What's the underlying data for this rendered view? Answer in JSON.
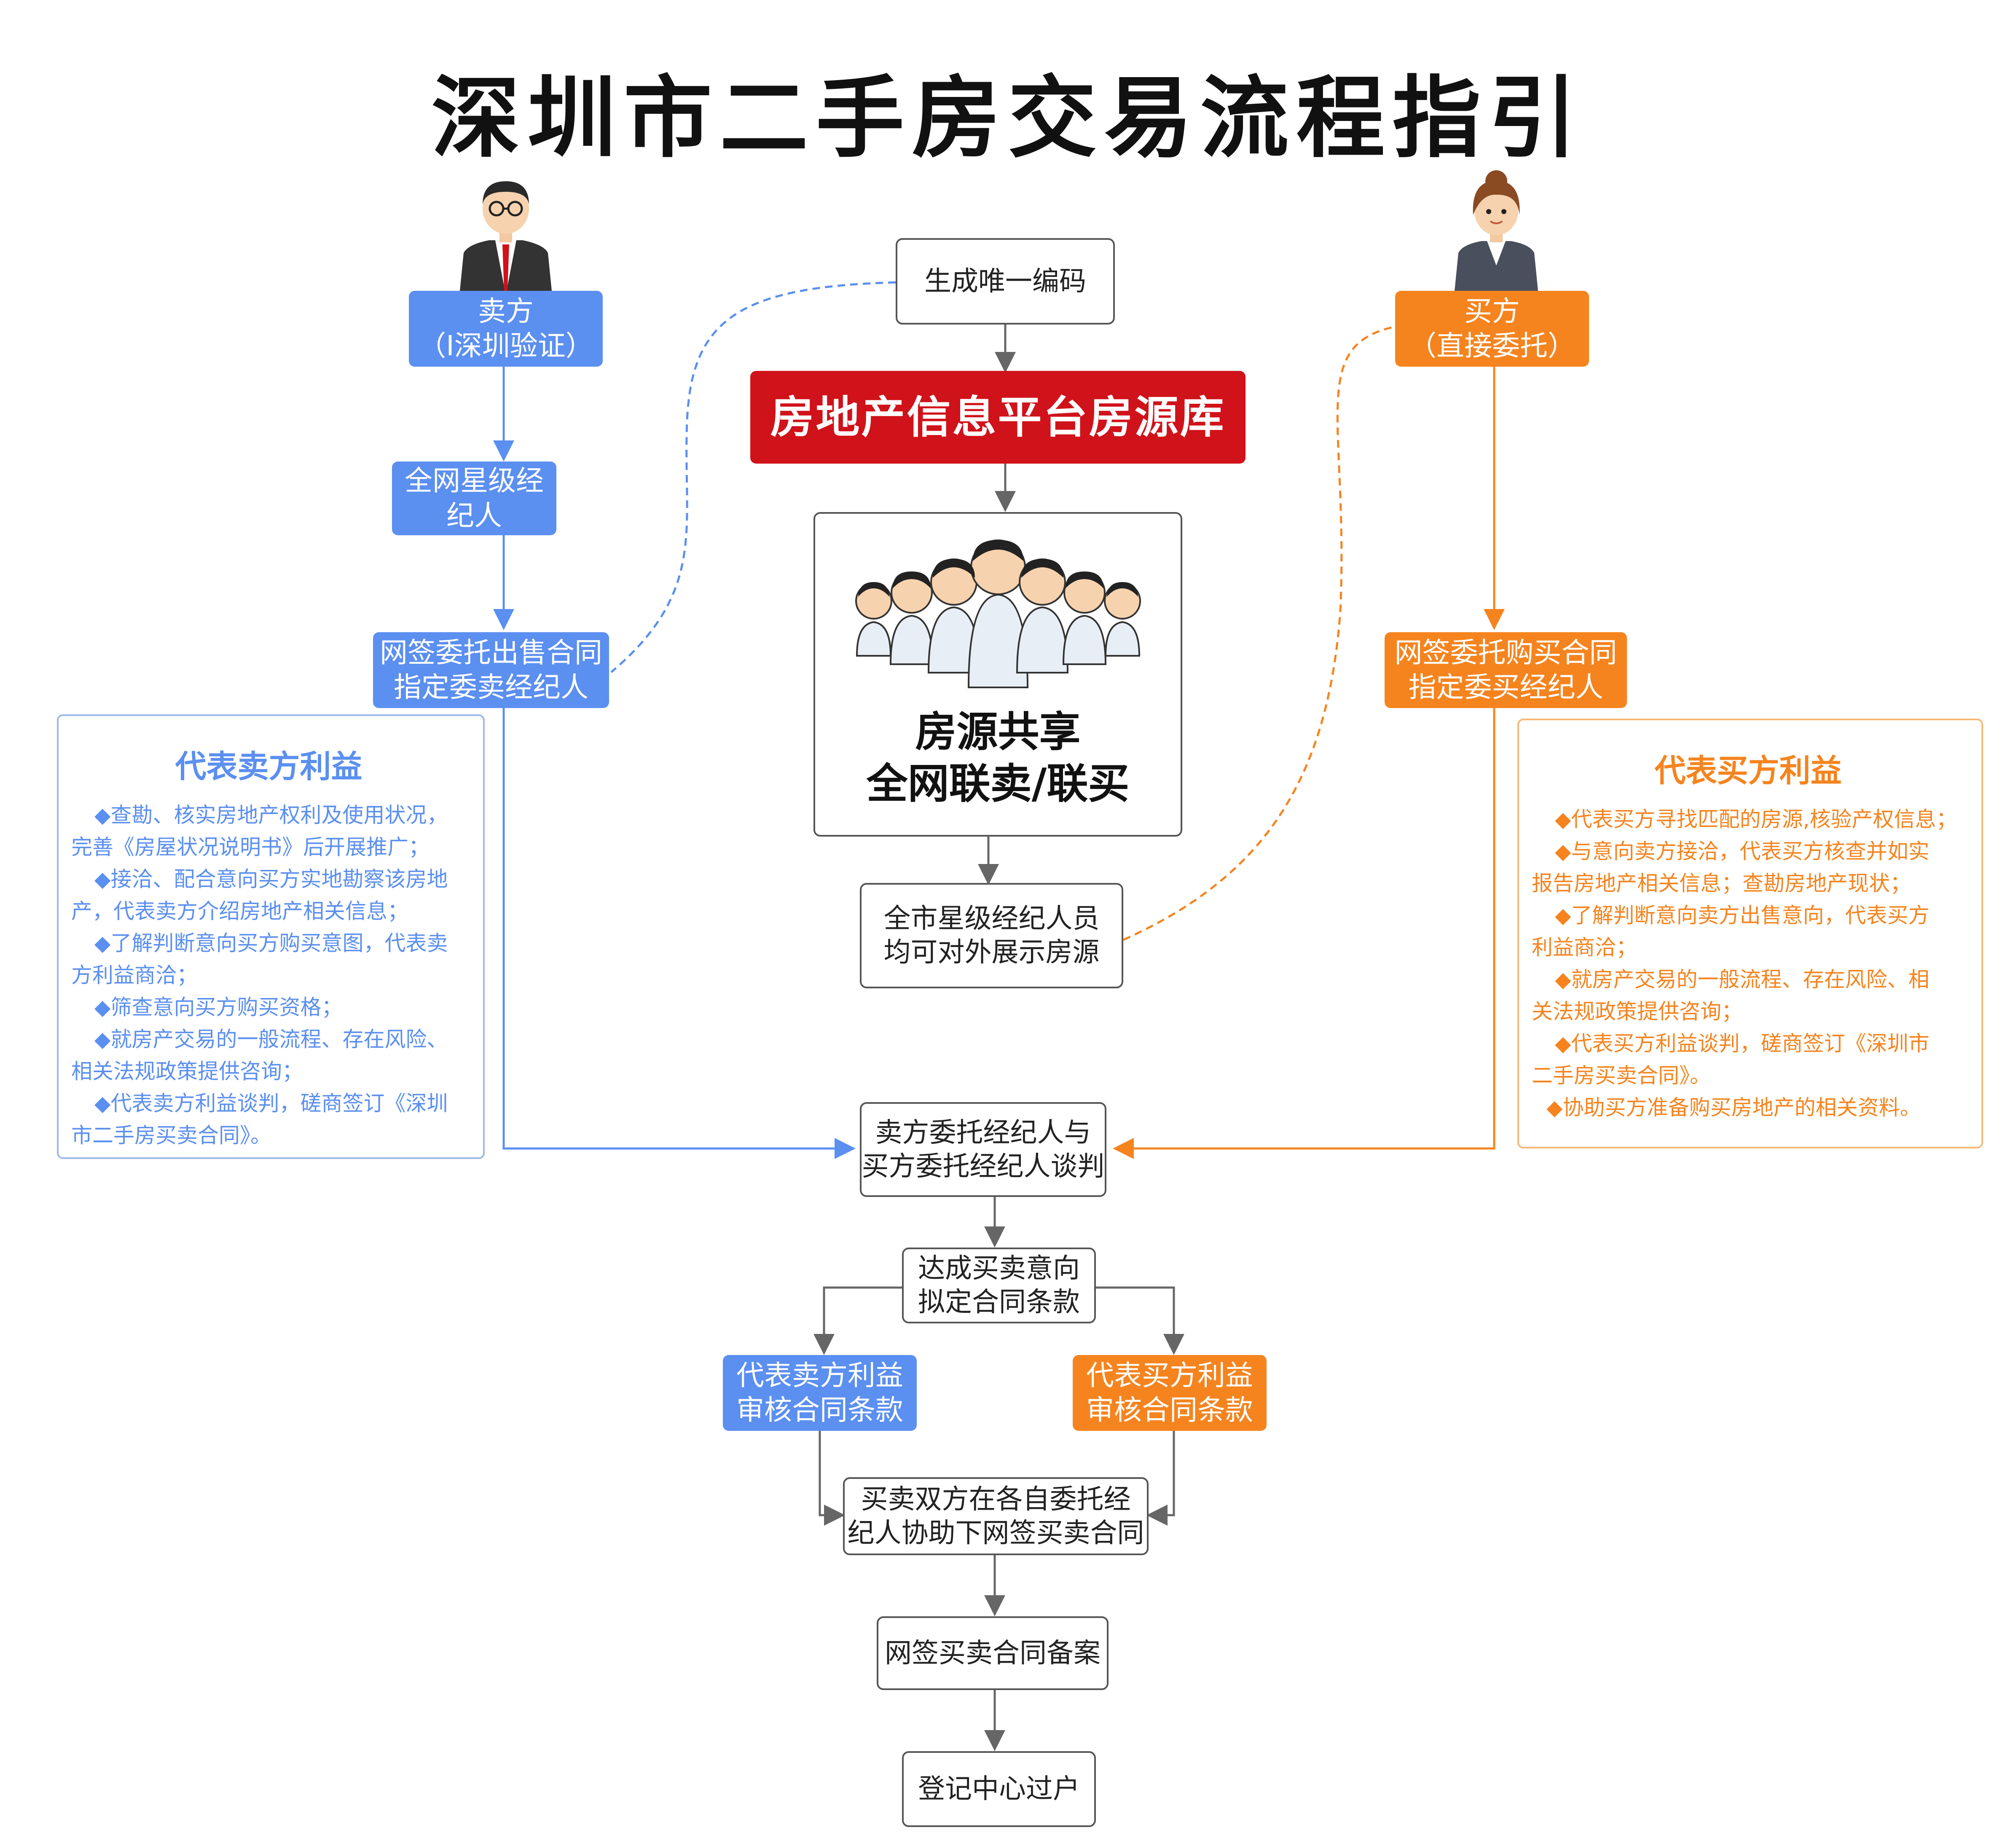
{
  "title": "深圳市二手房交易流程指引",
  "seller": {
    "label_line1": "卖方",
    "label_line2": "（I深圳验证）",
    "step1": "全网星级经纪人",
    "step2_line1": "网签委托出售合同",
    "step2_line2": "指定委卖经纪人",
    "interest_title": "代表卖方利益",
    "interest_items": [
      "◆查勘、核实房地产权利及使用状况，",
      "完善《房屋状况说明书》后开展推广；",
      "◆接洽、配合意向买方实地勘察该房地",
      "产，代表卖方介绍房地产相关信息；",
      "◆了解判断意向买方购买意图，代表卖",
      "方利益商洽；",
      "◆筛查意向买方购买资格；",
      "◆就房产交易的一般流程、存在风险、",
      "相关法规政策提供咨询；",
      "◆代表卖方利益谈判，磋商签订《深圳",
      "市二手房买卖合同》。"
    ]
  },
  "buyer": {
    "label_line1": "买方",
    "label_line2": "（直接委托）",
    "step1_line1": "网签委托购买合同",
    "step1_line2": "指定委买经纪人",
    "interest_title": "代表买方利益",
    "interest_items": [
      "◆代表买方寻找匹配的房源,核验产权信息；",
      "◆与意向卖方接洽，代表买方核查并如实",
      "报告房地产相关信息；查勘房地产现状；",
      "◆了解判断意向卖方出售意向，代表买方",
      "利益商洽；",
      "◆就房产交易的一般流程、存在风险、相",
      "关法规政策提供咨询；",
      "◆代表买方利益谈判，磋商签订《深圳市",
      "二手房买卖合同》。",
      "◆协助买方准备购买房地产的相关资料。"
    ]
  },
  "center": {
    "code": "生成唯一编码",
    "platform": "房地产信息平台房源库",
    "share_line1": "房源共享",
    "share_line2": "全网联卖/联买",
    "display_line1": "全市星级经纪人员",
    "display_line2": "均可对外展示房源",
    "negotiate_line1": "卖方委托经纪人与",
    "negotiate_line2": "买方委托经纪人谈判",
    "intent_line1": "达成买卖意向",
    "intent_line2": "拟定合同条款",
    "review_seller_line1": "代表卖方利益",
    "review_seller_line2": "审核合同条款",
    "review_buyer_line1": "代表买方利益",
    "review_buyer_line2": "审核合同条款",
    "sign_line1": "买卖双方在各自委托经",
    "sign_line2": "纪人协助下网签买卖合同",
    "record": "网签买卖合同备案",
    "transfer": "登记中心过户"
  },
  "colors": {
    "seller": "#5b8ff0",
    "buyer": "#f5841f",
    "platform": "#d0121a"
  }
}
